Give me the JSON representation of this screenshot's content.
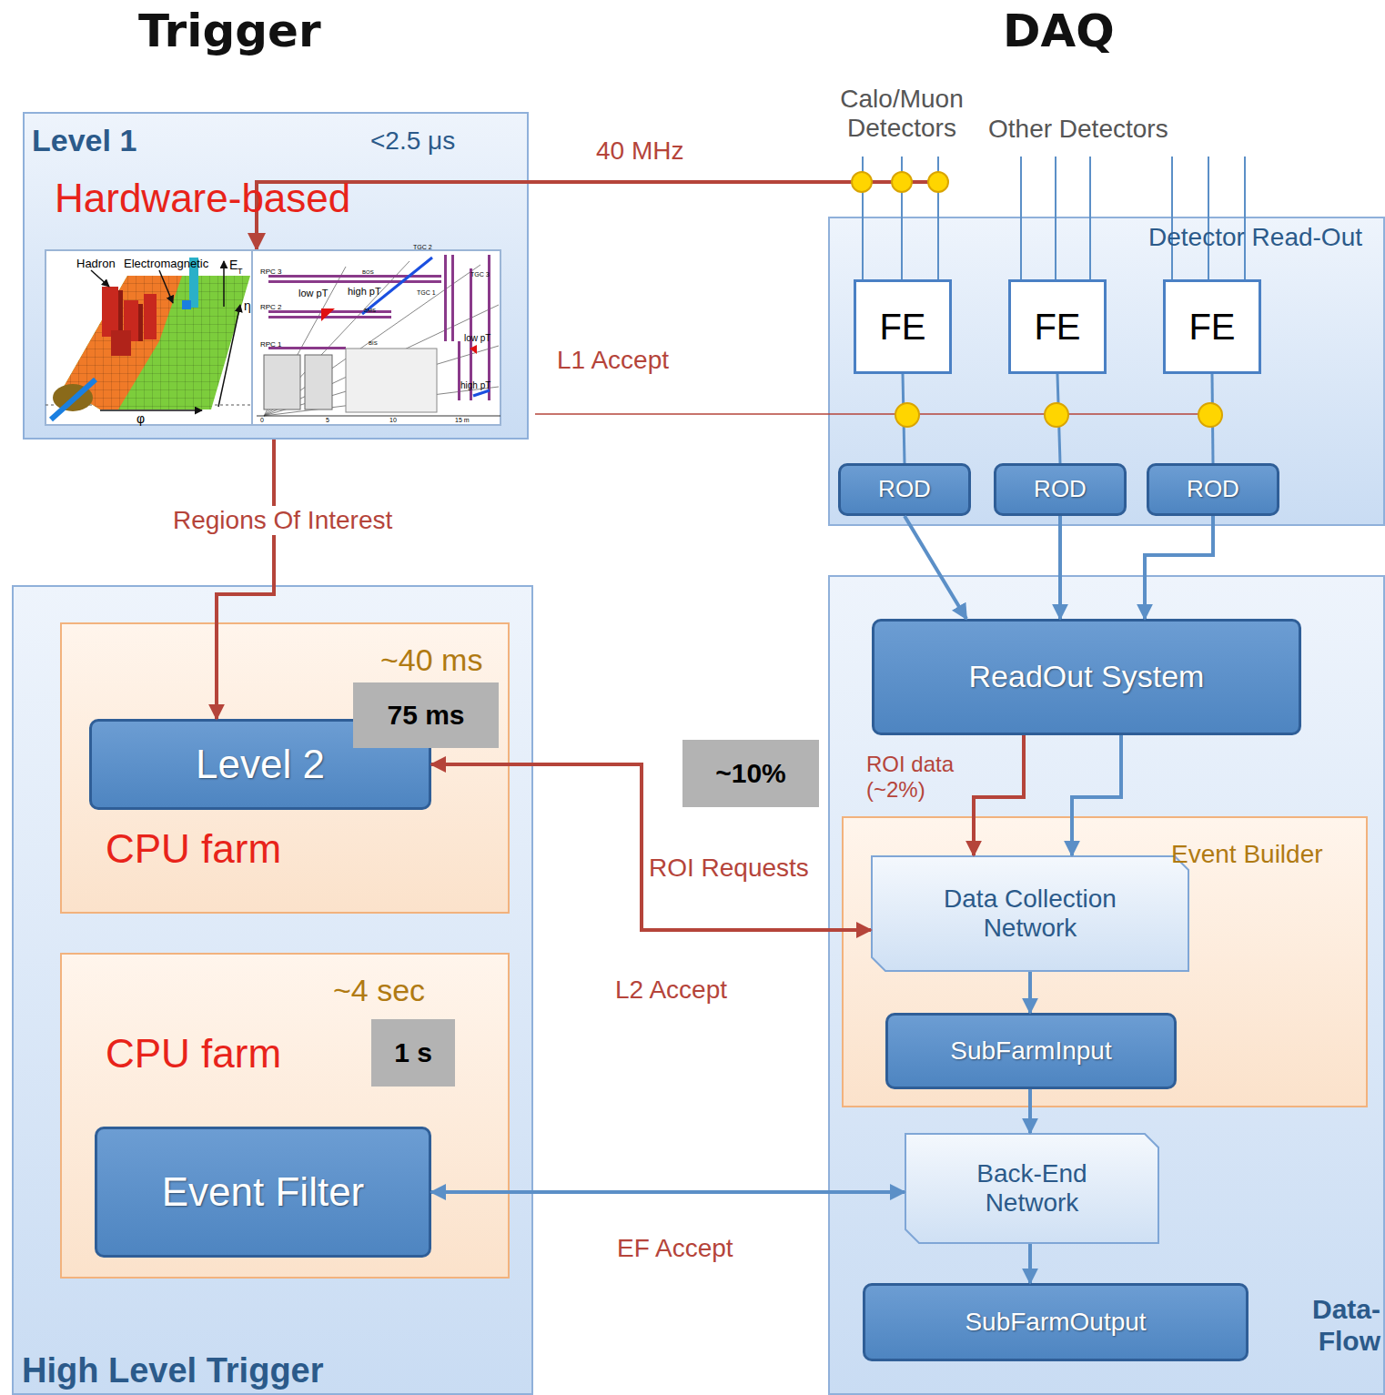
{
  "diagram": {
    "nodes": [
      {
        "text": [
          "Level 1",
          "<2.5 μs",
          "Hardware-based"
        ]
      },
      {
        "text": [
          "High Level Trigger"
        ]
      },
      {
        "text": [
          "~40 ms",
          "CPU farm"
        ],
        "in": 1
      },
      {
        "text": [
          "75 ms"
        ],
        "in": 2
      },
      {
        "text": [
          "Level 2"
        ],
        "in": 2
      },
      {
        "text": [
          "~4 sec",
          "CPU farm"
        ],
        "in": 1
      },
      {
        "text": [
          "1 s"
        ],
        "in": 5
      },
      {
        "text": [
          "Event Filter"
        ],
        "in": 5
      },
      {
        "text": [
          "~10%"
        ]
      },
      {
        "text": [
          "Detector Read-Out"
        ]
      },
      {
        "text": [
          "FE"
        ],
        "in": 9
      },
      {
        "text": [
          "FE"
        ],
        "in": 9
      },
      {
        "text": [
          "FE"
        ],
        "in": 9
      },
      {
        "text": [
          "ROD"
        ],
        "in": 9
      },
      {
        "text": [
          "ROD"
        ],
        "in": 9
      },
      {
        "text": [
          "ROD"
        ],
        "in": 9
      },
      {
        "text": [
          "Data-Flow"
        ]
      },
      {
        "text": [
          "ReadOut System"
        ],
        "in": 16
      },
      {
        "text": [
          "Event Builder"
        ],
        "in": 16
      },
      {
        "text": [
          "Data Collection Network"
        ],
        "in": 18
      },
      {
        "text": [
          "SubFarmInput"
        ],
        "in": 18
      },
      {
        "text": [
          "Back-End Network"
        ],
        "in": 16
      },
      {
        "text": [
          "SubFarmOutput"
        ],
        "in": 16
      }
    ],
    "edges": [
      {
        "from": 0,
        "to": 4,
        "arrow": "to",
        "label": "Regions Of Interest"
      },
      {
        "from": 4,
        "to": 19,
        "arrow": "both",
        "label": "ROI Requests"
      },
      {
        "from": 10,
        "to": 13,
        "arrow": "none"
      },
      {
        "from": 11,
        "to": 14,
        "arrow": "none"
      },
      {
        "from": 12,
        "to": 15,
        "arrow": "none"
      },
      {
        "from": 13,
        "to": 17,
        "arrow": "to"
      },
      {
        "from": 14,
        "to": 17,
        "arrow": "to"
      },
      {
        "from": 15,
        "to": 17,
        "arrow": "to"
      },
      {
        "from": 17,
        "to": 19,
        "arrow": "to",
        "label": "ROI data (~2%)"
      },
      {
        "from": 17,
        "to": 19,
        "arrow": "to"
      },
      {
        "from": 19,
        "to": 20,
        "arrow": "to"
      },
      {
        "from": 20,
        "to": 21,
        "arrow": "to"
      },
      {
        "from": 7,
        "to": 21,
        "arrow": "both"
      },
      {
        "from": 21,
        "to": 22,
        "arrow": "to"
      }
    ],
    "labels": [
      "Trigger",
      "DAQ",
      "Calo/Muon Detectors",
      "Other Detectors",
      "40 MHz",
      "L1 Accept",
      "L2 Accept",
      "EF Accept",
      "Hadron",
      "Electromagnetic",
      "E",
      "T",
      "η",
      "φ",
      "RPC 3",
      "RPC 2",
      "RPC 1",
      "low pT",
      "high pT",
      "BOS",
      "BMS",
      "BIS",
      "TGC 2",
      "TGC 3",
      "TGC 1",
      "low pT",
      "high pT",
      "0",
      "5",
      "10",
      "15 m"
    ]
  }
}
